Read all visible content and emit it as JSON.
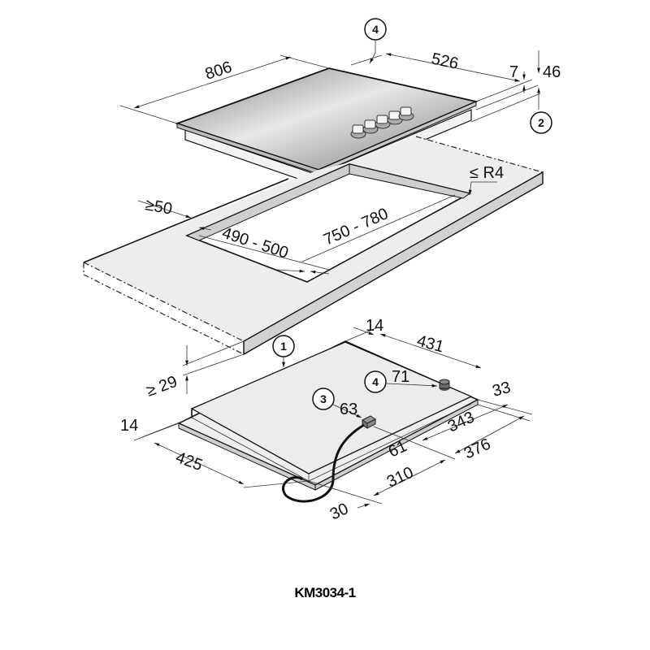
{
  "diagram": {
    "title": "KM3034-1",
    "type": "installation-dimension-drawing",
    "units": "mm",
    "colors": {
      "line": "#111111",
      "worktop_fill": "#ececec",
      "worktop_edge": "#d4d4d4",
      "hob_glass_light": "#e6e6e6",
      "hob_glass_dark": "#8a8a8a",
      "hob_body": "#eeeeee",
      "cable": "#111111"
    },
    "hob_top": {
      "dimensions": {
        "width": "806",
        "depth": "526",
        "frame_height": "7",
        "total_height": "46"
      },
      "callouts": {
        "rear_marker": "4",
        "height_marker": "2"
      },
      "knob_count": 5
    },
    "worktop_cutout": {
      "dimensions": {
        "min_front_distance": "≥50",
        "cutout_depth": "490 - 500",
        "cutout_width": "750 - 780",
        "corner_radius": "≤ R4",
        "min_worktop_thickness": "≥ 29"
      }
    },
    "hob_underside": {
      "callouts": {
        "front_edge": "1",
        "connection_box": "3",
        "gas_inlet": "4"
      },
      "dimensions": {
        "rear_offset": "14",
        "rear_width": "431",
        "gas_inlet_offset": "71",
        "connection_offset": "63",
        "side_offset_right": "33",
        "depth_343": "343",
        "depth_376": "376",
        "offset_61": "61",
        "depth_310": "310",
        "front_offset": "30",
        "left_offset": "14",
        "left_width": "425"
      }
    }
  }
}
